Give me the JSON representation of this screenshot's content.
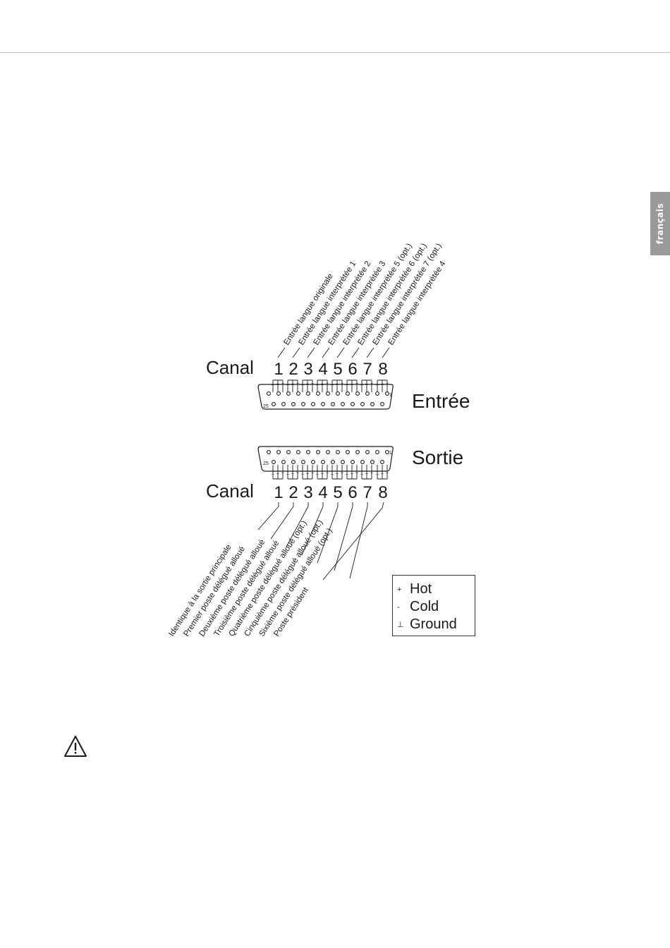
{
  "side_tab": {
    "label": "français"
  },
  "input_connector": {
    "canal_label": "Canal",
    "name": "Entrée",
    "channels": [
      "1",
      "2",
      "3",
      "4",
      "5",
      "6",
      "7",
      "8"
    ],
    "pin_first": "1",
    "pin_last": "25",
    "channel_labels": [
      "Entrée langue originale",
      "Entrée langue interprétée 1",
      "Entrée langue interprétée 2",
      "Entrée langue interprétée 3",
      "Entrée langue interprétée 5 (opt.)",
      "Entrée langue interprétée 6 (opt.)",
      "Entrée langue interprétée 7 (opt.)",
      "Entrée langue interprétée 4"
    ]
  },
  "output_connector": {
    "canal_label": "Canal",
    "name": "Sortie",
    "channels": [
      "1",
      "2",
      "3",
      "4",
      "5",
      "6",
      "7",
      "8"
    ],
    "pin_first": "1",
    "pin_last": "25",
    "channel_labels": [
      "Identique à la sortie principale",
      "Premier poste délégué alloué",
      "Deuxième poste délégué alloué",
      "Troisième poste délégué alloué",
      "Quatrième poste délégué alloué (opt.)",
      "Cinquième poste délégué alloué (opt.)",
      "Sixième poste délégué alloué (opt.)",
      "Poste président"
    ]
  },
  "pin_polarity": {
    "ground": "⊥",
    "cold": "–",
    "hot": "+"
  },
  "legend": {
    "items": [
      {
        "symbol": "+",
        "label": "Hot"
      },
      {
        "symbol": "-",
        "label": "Cold"
      },
      {
        "symbol": "⊥",
        "label": "Ground"
      }
    ]
  },
  "warning_icon": "warning-triangle-icon",
  "colors": {
    "ink": "#1a1a1a",
    "tab_bg": "#9a9a9a",
    "rule": "#bdbdbd"
  }
}
